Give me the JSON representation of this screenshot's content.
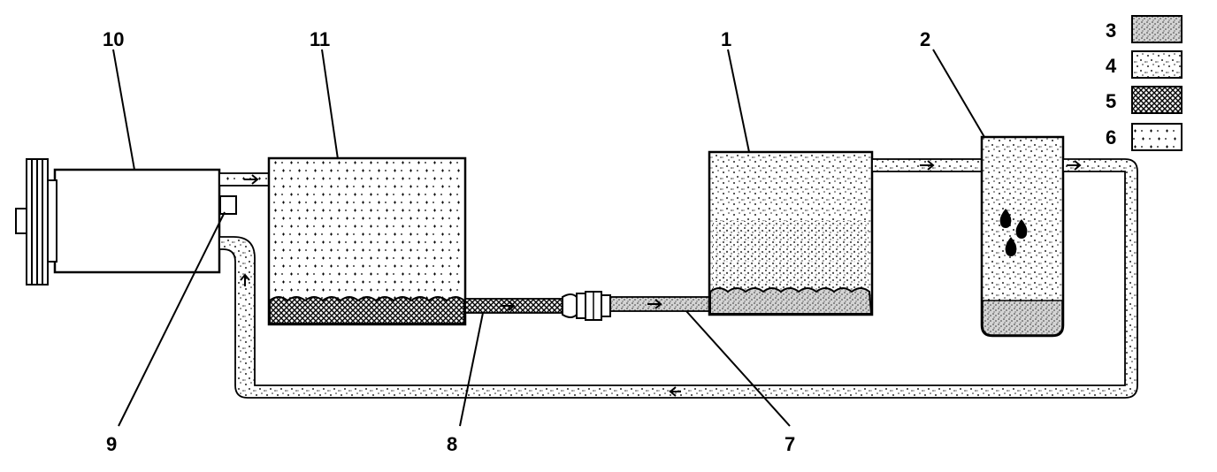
{
  "callouts": {
    "c1": "1",
    "c2": "2",
    "c7": "7",
    "c8": "8",
    "c9": "9",
    "c10": "10",
    "c11": "11"
  },
  "legend": [
    {
      "label": "3",
      "pattern": "fine-dense-stipple"
    },
    {
      "label": "4",
      "pattern": "sparse-stipple"
    },
    {
      "label": "5",
      "pattern": "crosshatch"
    },
    {
      "label": "6",
      "pattern": "plus-dots"
    }
  ],
  "colors": {
    "ink": "#000000",
    "paper": "#ffffff"
  }
}
